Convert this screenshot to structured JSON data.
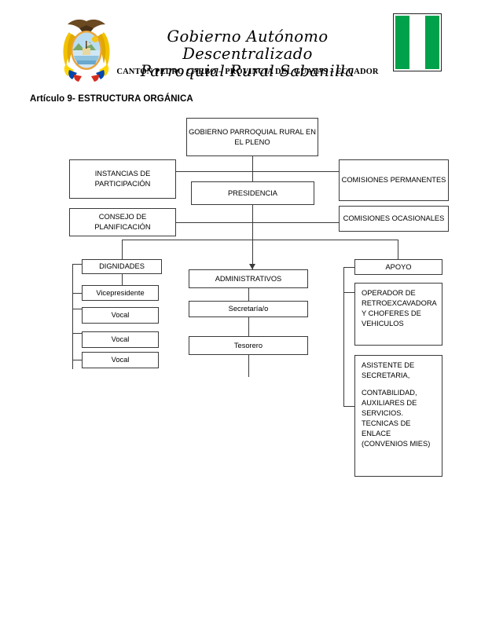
{
  "header": {
    "crest_icon": "ecuador-coat-of-arms",
    "flag_icon": "green-white-green-vertical-flag",
    "title_line1": "Gobierno Autónomo Descentralizado",
    "title_line2": "Parroquial Rural Sabanilla",
    "subtitle": "CANTON PEDRO CARBO – PROVINCIA DEL GUAYAS – ECUADOR",
    "colors": {
      "flag_green": "#00a14b",
      "flag_white": "#ffffff",
      "border": "#3a3a3a"
    }
  },
  "section": {
    "title": "Artículo 9- ESTRUCTURA ORGÁNICA"
  },
  "chart": {
    "type": "org-chart",
    "nodes": {
      "pleno": "GOBIERNO PARROQUIAL RURAL EN EL PLENO",
      "instancias": "INSTANCIAS DE PARTICIPACIÓN",
      "presidencia": "PRESIDENCIA",
      "comisiones_permanentes": "COMISIONES PERMANENTES",
      "consejo": "CONSEJO DE PLANIFICACIÓN",
      "comisiones_ocasionales": "COMISIONES OCASIONALES",
      "dignidades": "DIGNIDADES",
      "vicepresidente": "Vicepresidente",
      "vocal_1": "Vocal",
      "vocal_2": "Vocal",
      "vocal_3": "Vocal",
      "administrativos": "ADMINISTRATIVOS",
      "secretaria": "Secretaría/o",
      "tesorero": "Tesorero",
      "apoyo": "APOYO",
      "operador": "OPERADOR DE RETROEXCAVADORA Y CHOFERES DE VEHICULOS",
      "asistente_line1": "ASISTENTE DE SECRETARIA,",
      "asistente_line2": "CONTABILIDAD, AUXILIARES DE SERVICIOS. TECNICAS DE ENLACE (CONVENIOS MIES)"
    }
  }
}
